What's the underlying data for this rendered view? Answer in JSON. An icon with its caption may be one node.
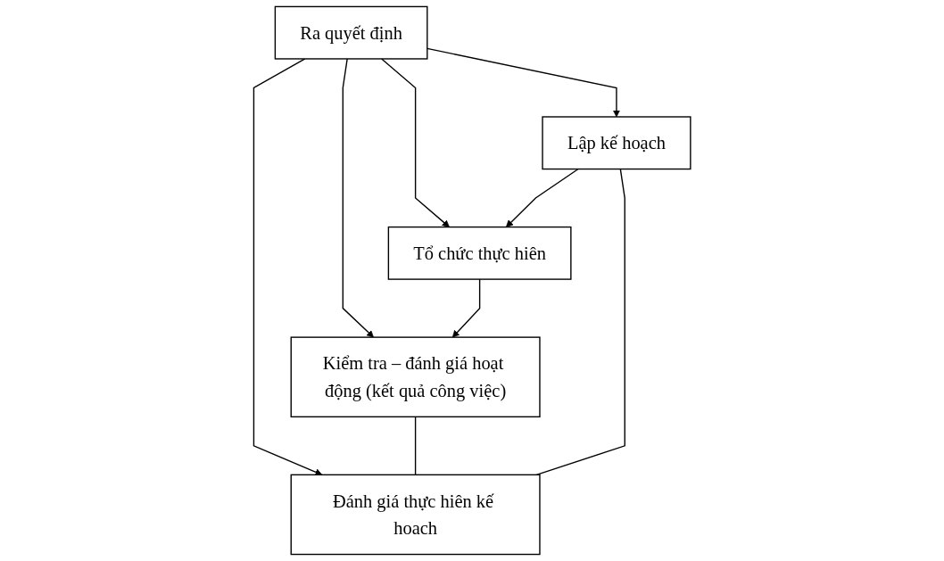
{
  "diagram": {
    "nodes": [
      {
        "text": [
          "Lập kế hoạch"
        ]
      },
      {
        "text": [
          "Đánh giá thực hiên kế hoach"
        ]
      },
      {
        "text": [
          "Ra quyết định"
        ]
      },
      {
        "text": [
          "Tổ chức thực hiên"
        ]
      },
      {
        "text": [
          "Kiểm tra – đánh giá hoạt động (kết quả công việc)"
        ]
      }
    ],
    "edges": [
      {
        "from": 2,
        "to": 0,
        "arrow": "to"
      },
      {
        "from": 2,
        "to": 1,
        "arrow": "to"
      },
      {
        "from": 2,
        "to": 3,
        "arrow": "to"
      },
      {
        "from": 2,
        "to": 4,
        "arrow": "to"
      },
      {
        "from": 0,
        "to": 3,
        "arrow": "to"
      },
      {
        "from": 3,
        "to": 4,
        "arrow": "to"
      },
      {
        "from": 4,
        "to": 1,
        "arrow": "none"
      },
      {
        "from": 1,
        "to": 0,
        "arrow": "none"
      }
    ]
  }
}
